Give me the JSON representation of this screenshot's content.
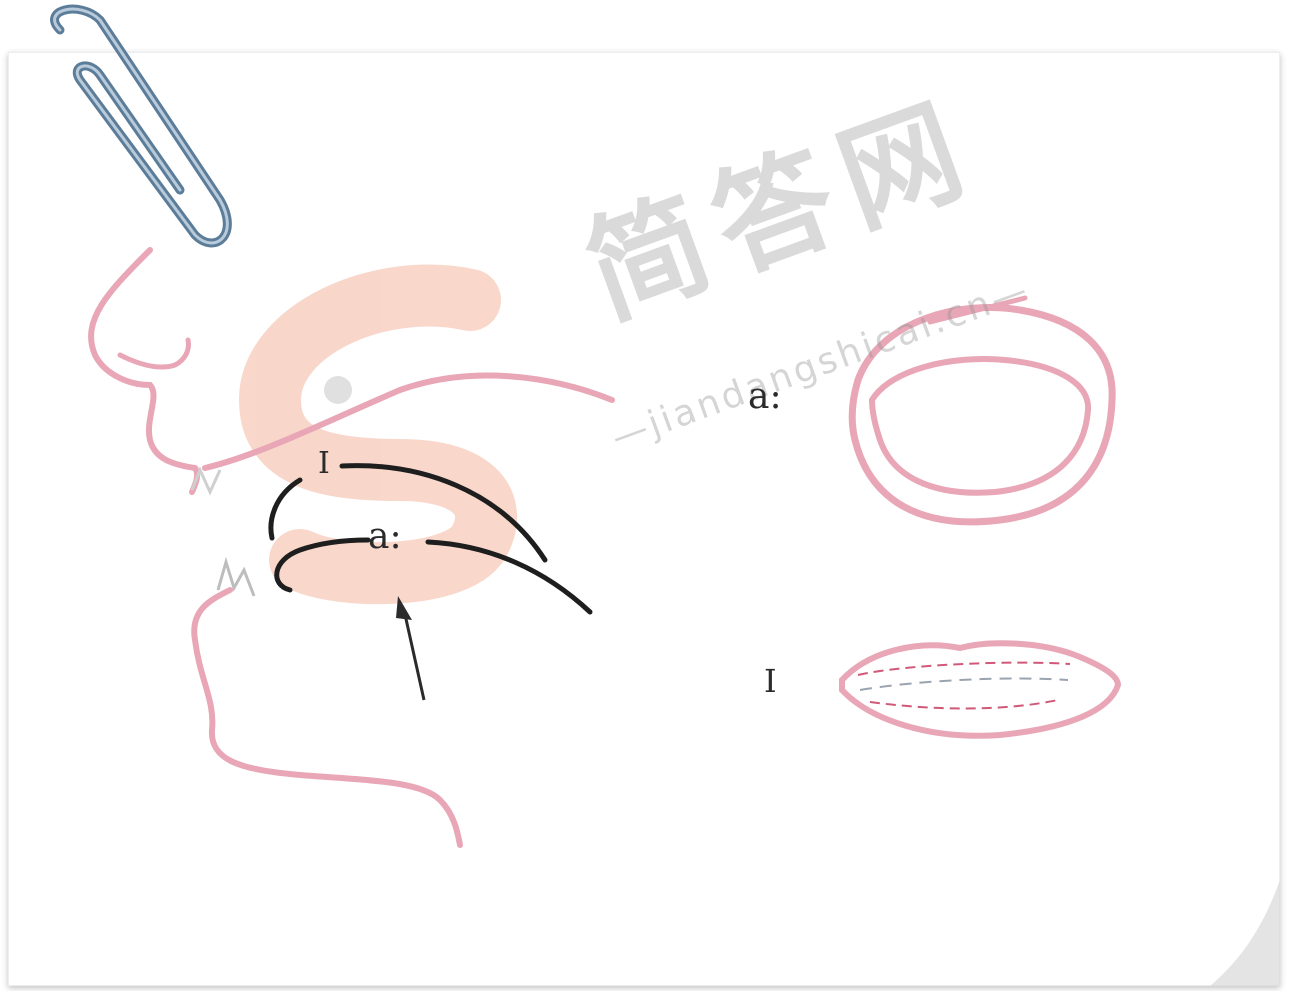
{
  "labels": {
    "tongue_high": "I",
    "tongue_low": "a:",
    "lips_open": "a:",
    "lips_spread": "I"
  },
  "watermark": {
    "text": "简答网",
    "url": "—jiandangshicai.cn—"
  },
  "icons": {
    "paperclip": "paperclip-icon",
    "logo": "s-logo-icon"
  },
  "colors": {
    "lip_pink": "#e8a6b6",
    "outline_dark": "#1e1e1e",
    "logo_orange": "#f4b8a0",
    "watermark_grey": "#bdbdbd",
    "paperclip_blue": "#5c7d99"
  }
}
